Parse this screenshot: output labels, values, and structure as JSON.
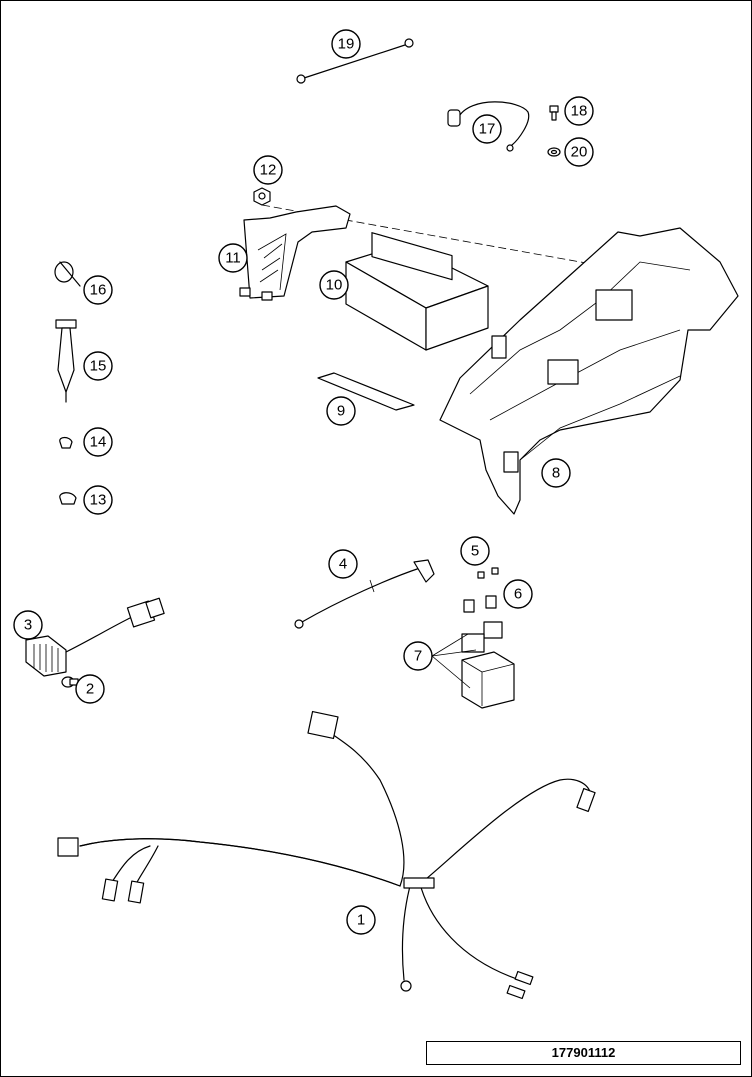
{
  "callouts": [
    "1",
    "2",
    "3",
    "4",
    "5",
    "6",
    "7",
    "8",
    "9",
    "10",
    "11",
    "12",
    "13",
    "14",
    "15",
    "16",
    "17",
    "18",
    "19",
    "20"
  ],
  "drawing_number": "177901112"
}
